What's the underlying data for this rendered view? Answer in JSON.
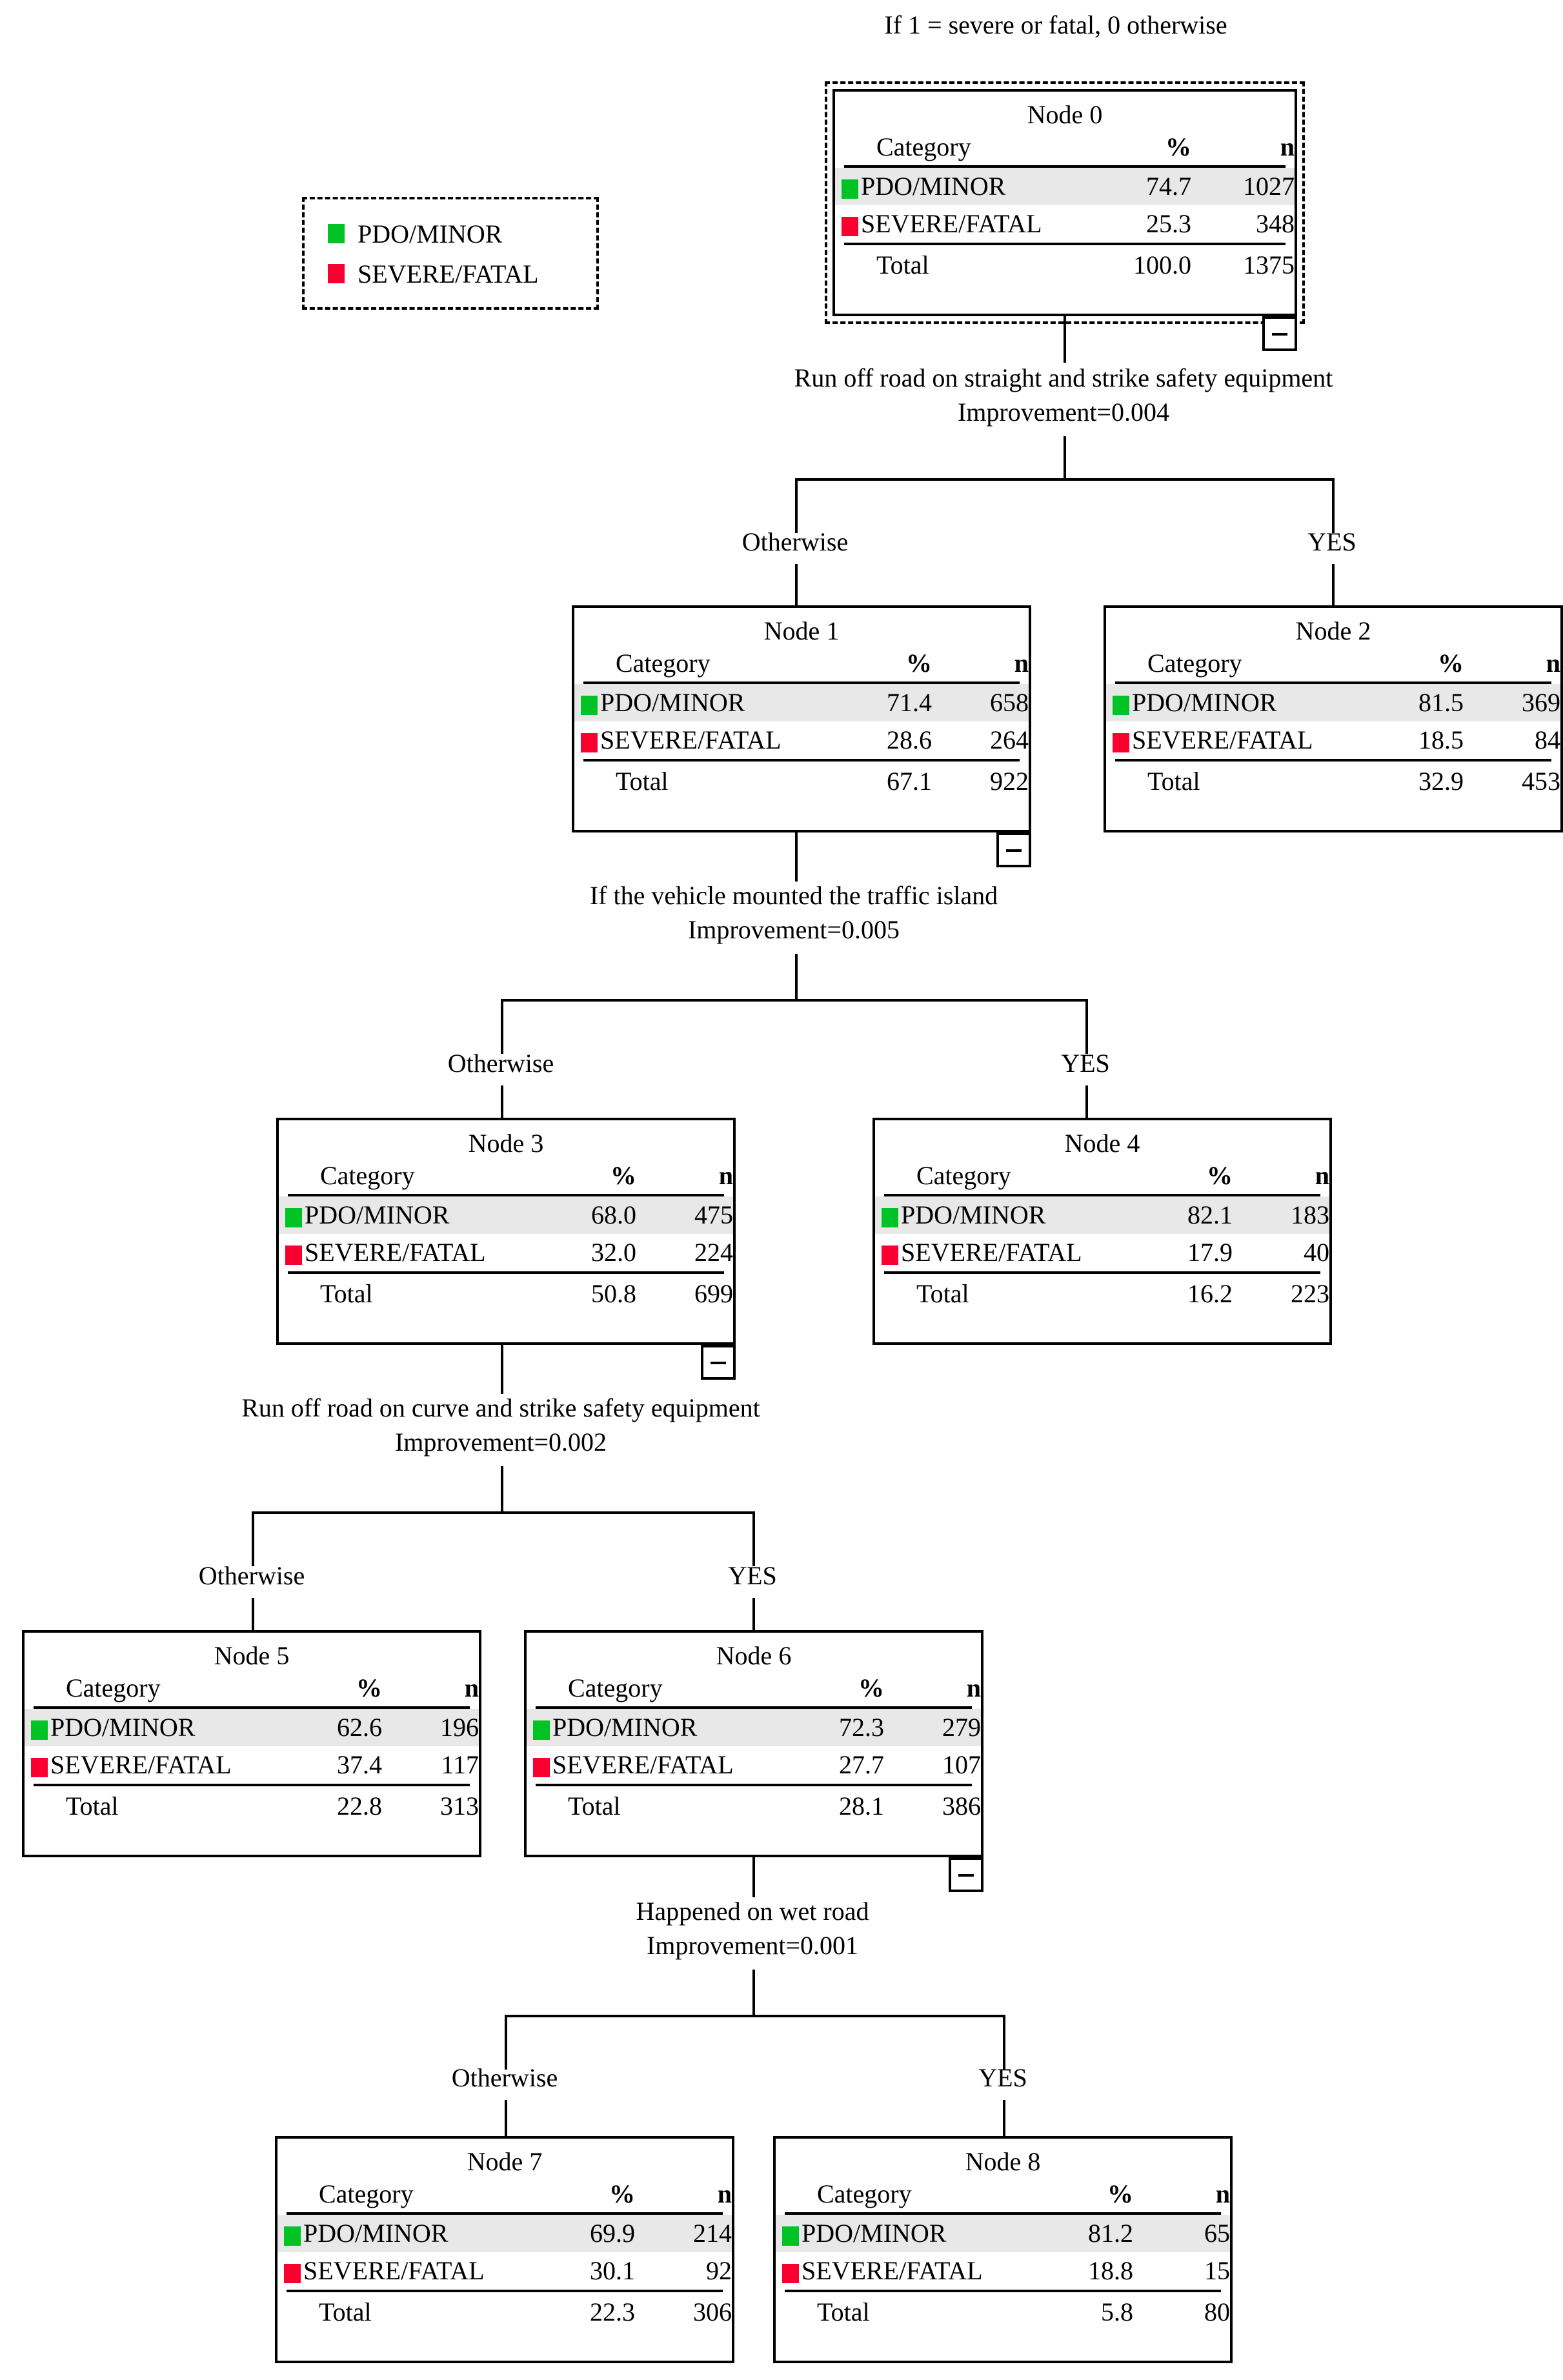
{
  "diagram": {
    "type": "decision-tree",
    "title": "If 1 = severe or fatal, 0 otherwise",
    "columns": {
      "category": "Category",
      "percent": "%",
      "count": "n",
      "total": "Total"
    },
    "colors": {
      "pdo_minor": "#00c425",
      "severe_fatal": "#fa0030",
      "highlight_row": "#e8e8e8",
      "line": "#000000",
      "background": "#ffffff"
    },
    "legend": {
      "items": [
        {
          "label": "PDO/MINOR",
          "color": "#00c425"
        },
        {
          "label": "SEVERE/FATAL",
          "color": "#fa0030"
        }
      ]
    },
    "branch_labels": {
      "left": "Otherwise",
      "right": "YES"
    },
    "collapse_symbol": "−",
    "nodes": [
      {
        "id": "node0",
        "title": "Node 0",
        "selected": true,
        "rows": [
          {
            "label": "PDO/MINOR",
            "percent": "74.7",
            "n": "1027",
            "color": "#00c425",
            "highlight": true
          },
          {
            "label": "SEVERE/FATAL",
            "percent": "25.3",
            "n": "348",
            "color": "#fa0030",
            "highlight": false
          }
        ],
        "total": {
          "label": "Total",
          "percent": "100.0",
          "n": "1375"
        }
      },
      {
        "id": "node1",
        "title": "Node 1",
        "selected": false,
        "rows": [
          {
            "label": "PDO/MINOR",
            "percent": "71.4",
            "n": "658",
            "color": "#00c425",
            "highlight": true
          },
          {
            "label": "SEVERE/FATAL",
            "percent": "28.6",
            "n": "264",
            "color": "#fa0030",
            "highlight": false
          }
        ],
        "total": {
          "label": "Total",
          "percent": "67.1",
          "n": "922"
        }
      },
      {
        "id": "node2",
        "title": "Node 2",
        "selected": false,
        "rows": [
          {
            "label": "PDO/MINOR",
            "percent": "81.5",
            "n": "369",
            "color": "#00c425",
            "highlight": true
          },
          {
            "label": "SEVERE/FATAL",
            "percent": "18.5",
            "n": "84",
            "color": "#fa0030",
            "highlight": false
          }
        ],
        "total": {
          "label": "Total",
          "percent": "32.9",
          "n": "453"
        }
      },
      {
        "id": "node3",
        "title": "Node 3",
        "selected": false,
        "rows": [
          {
            "label": "PDO/MINOR",
            "percent": "68.0",
            "n": "475",
            "color": "#00c425",
            "highlight": true
          },
          {
            "label": "SEVERE/FATAL",
            "percent": "32.0",
            "n": "224",
            "color": "#fa0030",
            "highlight": false
          }
        ],
        "total": {
          "label": "Total",
          "percent": "50.8",
          "n": "699"
        }
      },
      {
        "id": "node4",
        "title": "Node 4",
        "selected": false,
        "rows": [
          {
            "label": "PDO/MINOR",
            "percent": "82.1",
            "n": "183",
            "color": "#00c425",
            "highlight": true
          },
          {
            "label": "SEVERE/FATAL",
            "percent": "17.9",
            "n": "40",
            "color": "#fa0030",
            "highlight": false
          }
        ],
        "total": {
          "label": "Total",
          "percent": "16.2",
          "n": "223"
        }
      },
      {
        "id": "node5",
        "title": "Node 5",
        "selected": false,
        "rows": [
          {
            "label": "PDO/MINOR",
            "percent": "62.6",
            "n": "196",
            "color": "#00c425",
            "highlight": true
          },
          {
            "label": "SEVERE/FATAL",
            "percent": "37.4",
            "n": "117",
            "color": "#fa0030",
            "highlight": false
          }
        ],
        "total": {
          "label": "Total",
          "percent": "22.8",
          "n": "313"
        }
      },
      {
        "id": "node6",
        "title": "Node 6",
        "selected": false,
        "rows": [
          {
            "label": "PDO/MINOR",
            "percent": "72.3",
            "n": "279",
            "color": "#00c425",
            "highlight": true
          },
          {
            "label": "SEVERE/FATAL",
            "percent": "27.7",
            "n": "107",
            "color": "#fa0030",
            "highlight": false
          }
        ],
        "total": {
          "label": "Total",
          "percent": "28.1",
          "n": "386"
        }
      },
      {
        "id": "node7",
        "title": "Node 7",
        "selected": false,
        "rows": [
          {
            "label": "PDO/MINOR",
            "percent": "69.9",
            "n": "214",
            "color": "#00c425",
            "highlight": true
          },
          {
            "label": "SEVERE/FATAL",
            "percent": "30.1",
            "n": "92",
            "color": "#fa0030",
            "highlight": false
          }
        ],
        "total": {
          "label": "Total",
          "percent": "22.3",
          "n": "306"
        }
      },
      {
        "id": "node8",
        "title": "Node 8",
        "selected": false,
        "rows": [
          {
            "label": "PDO/MINOR",
            "percent": "81.2",
            "n": "65",
            "color": "#00c425",
            "highlight": true
          },
          {
            "label": "SEVERE/FATAL",
            "percent": "18.8",
            "n": "15",
            "color": "#fa0030",
            "highlight": false
          }
        ],
        "total": {
          "label": "Total",
          "percent": "5.8",
          "n": "80"
        }
      }
    ],
    "splits": [
      {
        "id": "split0",
        "variable": "Run off road on straight and strike safety equipment",
        "improvement": "Improvement=0.004",
        "parent": "node0",
        "children": [
          "node1",
          "node2"
        ]
      },
      {
        "id": "split1",
        "variable": "If the vehicle mounted the traffic island",
        "improvement": "Improvement=0.005",
        "parent": "node1",
        "children": [
          "node3",
          "node4"
        ]
      },
      {
        "id": "split2",
        "variable": "Run off road on curve and strike safety equipment",
        "improvement": "Improvement=0.002",
        "parent": "node3",
        "children": [
          "node5",
          "node6"
        ]
      },
      {
        "id": "split3",
        "variable": "Happened on wet road",
        "improvement": "Improvement=0.001",
        "parent": "node6",
        "children": [
          "node7",
          "node8"
        ]
      }
    ]
  }
}
